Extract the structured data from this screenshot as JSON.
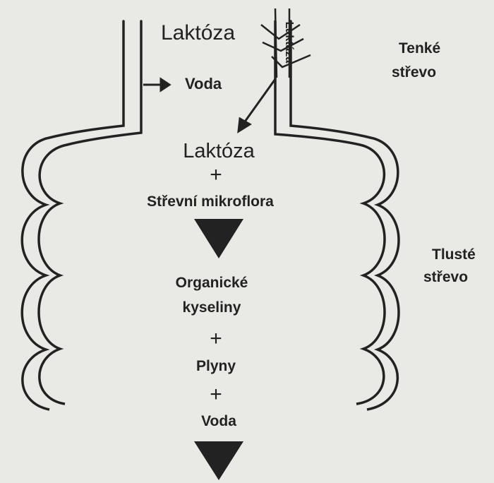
{
  "diagram": {
    "labels": {
      "lactose_top": "Laktóza",
      "water_side": "Voda",
      "small_intestine_line1": "Tenké",
      "small_intestine_line2": "střevo",
      "lactose_center": "Laktóza",
      "plus_1": "+",
      "microflora": "Střevní mikroflora",
      "organic_acids_line1": "Organické",
      "organic_acids_line2": "kyseliny",
      "plus_2": "+",
      "gases": "Plyny",
      "plus_3": "+",
      "water_bottom": "Voda",
      "large_intestine_line1": "Tlusté",
      "large_intestine_line2": "střevo",
      "lactase_wall_text": "Laktáza"
    },
    "colors": {
      "line": "#222222",
      "background": "#e9e9e5"
    }
  }
}
